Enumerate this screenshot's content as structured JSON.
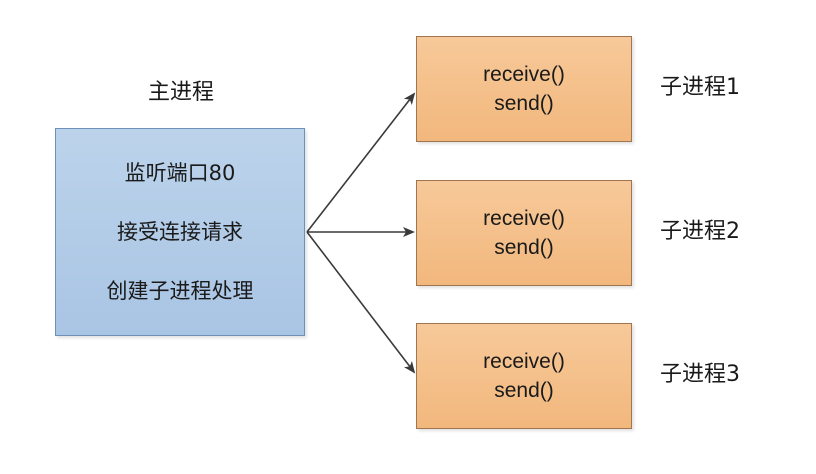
{
  "main_process": {
    "title": "主进程",
    "lines": [
      "监听端口80",
      "接受连接请求",
      "创建子进程处理"
    ]
  },
  "children": [
    {
      "label": "子进程1",
      "lines": [
        "receive()",
        "send()"
      ]
    },
    {
      "label": "子进程2",
      "lines": [
        "receive()",
        "send()"
      ]
    },
    {
      "label": "子进程3",
      "lines": [
        "receive()",
        "send()"
      ]
    }
  ],
  "colors": {
    "main_fill": "#a9c5e4",
    "main_border": "#6d8fb8",
    "child_fill": "#f2b77d",
    "child_border": "#a07651",
    "arrow": "#3a3a3a"
  }
}
